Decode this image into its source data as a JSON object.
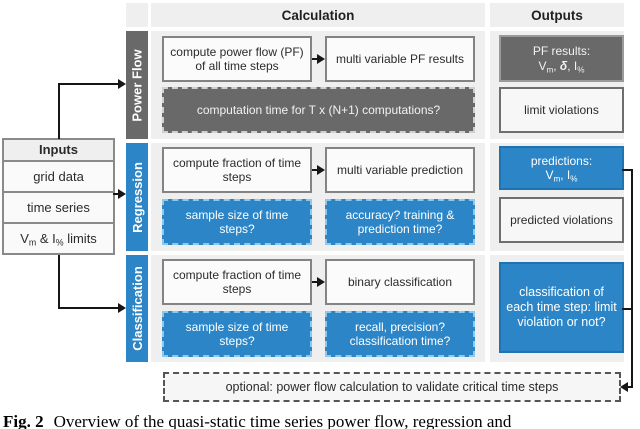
{
  "palette": {
    "blue": "#2b85c6",
    "dark_gray": "#696969",
    "panel_gray": "#efefef",
    "line_black": "#161616"
  },
  "headers": {
    "calculation": "Calculation",
    "outputs": "Outputs"
  },
  "sidebar": {
    "power_flow": "Power Flow",
    "regression": "Regression",
    "classification": "Classification"
  },
  "inputs": {
    "title": "Inputs",
    "grid_data": "grid data",
    "time_series": "time series",
    "limits_rich": [
      {
        "t": "V"
      },
      {
        "t": "m",
        "sub": true
      },
      {
        "t": " & I"
      },
      {
        "t": "%",
        "sub": true
      },
      {
        "t": " limits"
      }
    ]
  },
  "power_flow": {
    "step1": "compute power flow (PF) of all time steps",
    "step2": "multi variable PF results",
    "question": "computation time for T x (N+1) computations?",
    "output1_title": "PF results:",
    "output1_rich": [
      {
        "t": "V"
      },
      {
        "t": "m",
        "sub": true
      },
      {
        "t": ", "
      },
      {
        "t": "δ",
        "b": true,
        "i": true
      },
      {
        "t": ", I"
      },
      {
        "t": "%",
        "sub": true
      }
    ],
    "output2": "limit violations"
  },
  "regression": {
    "step1": "compute fraction of time steps",
    "step2": "multi variable prediction",
    "question1": "sample size of time steps?",
    "question2": "accuracy? training & prediction time?",
    "output1_title": "predictions:",
    "output1_rich": [
      {
        "t": "V"
      },
      {
        "t": "m",
        "sub": true
      },
      {
        "t": ", I"
      },
      {
        "t": "%",
        "sub": true
      }
    ],
    "output2": "predicted violations"
  },
  "classification": {
    "step1": "compute fraction of time steps",
    "step2": "binary classification",
    "question1": "sample size of time steps?",
    "question2": "recall, precision? classification time?",
    "output1": "classification of each time step: limit violation or not?"
  },
  "optional": {
    "text": "optional: power flow calculation to validate critical time steps"
  },
  "caption": {
    "fig_label": "Fig. 2",
    "text": "Overview of the quasi-static time series power flow, regression and"
  }
}
